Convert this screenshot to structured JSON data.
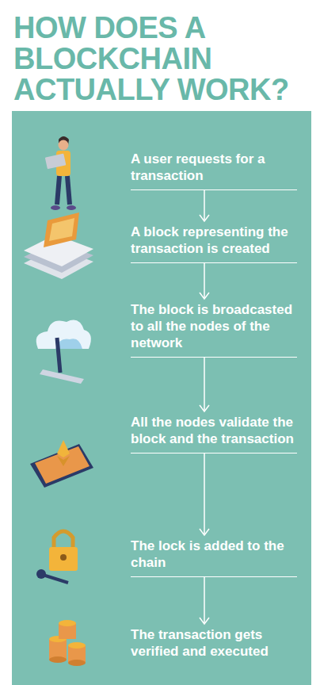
{
  "diagram": {
    "title": "HOW DOES A BLOCKCHAIN ACTUALLY WORK?",
    "nodes": [
      {
        "text": [
          "A user requests for a transaction"
        ]
      },
      {
        "text": [
          "A block representing the transaction is created"
        ]
      },
      {
        "text": [
          "The block is broadcasted to all the nodes of the network"
        ]
      },
      {
        "text": [
          "All the nodes validate the block and the transaction"
        ]
      },
      {
        "text": [
          "The lock is added to the chain"
        ]
      },
      {
        "text": [
          "The transaction gets verified and executed"
        ]
      }
    ],
    "edges": [
      {
        "from": 0,
        "to": 1,
        "arrow": "to"
      },
      {
        "from": 1,
        "to": 2,
        "arrow": "to"
      },
      {
        "from": 2,
        "to": 3,
        "arrow": "to"
      },
      {
        "from": 3,
        "to": 4,
        "arrow": "to"
      },
      {
        "from": 4,
        "to": 5,
        "arrow": "to"
      }
    ]
  }
}
